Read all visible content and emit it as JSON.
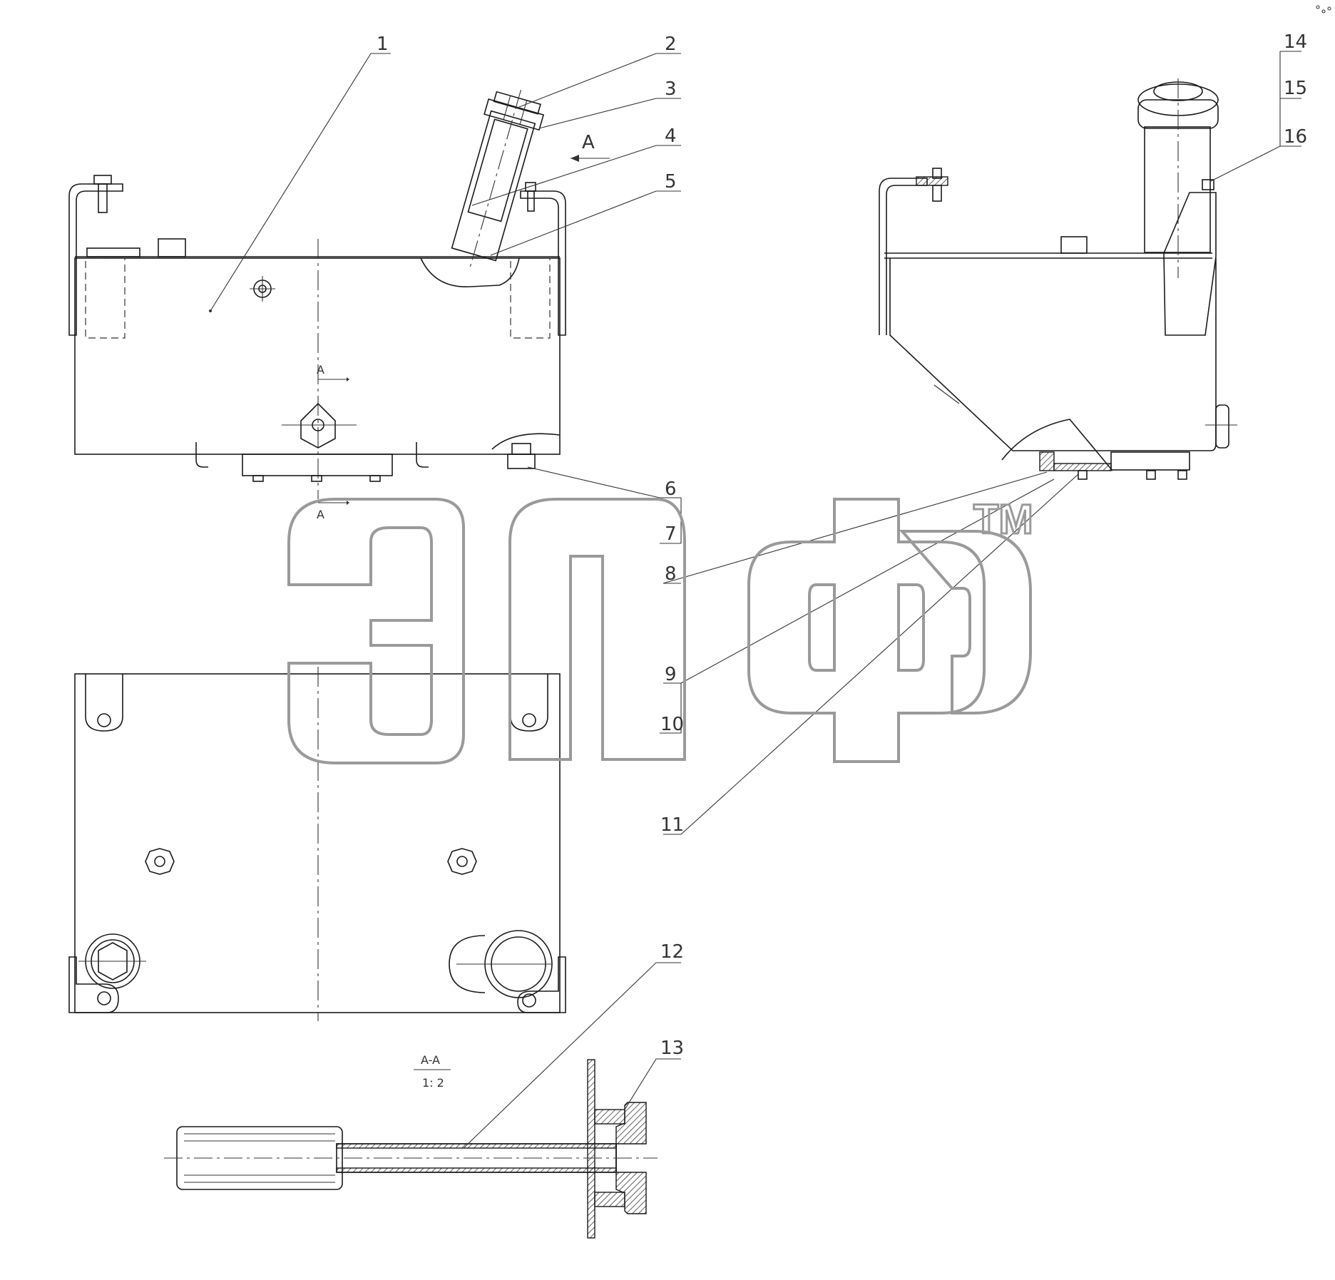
{
  "callouts": [
    "1",
    "2",
    "3",
    "4",
    "5",
    "6",
    "7",
    "8",
    "9",
    "10",
    "11",
    "12",
    "13",
    "14",
    "15",
    "16"
  ],
  "view_arrow_label": "A",
  "section_marks": {
    "top": "A",
    "bottom": "A"
  },
  "section_title": "A-A",
  "section_scale": "1: 2",
  "watermark": {
    "text": "элф",
    "trademark": "TM"
  }
}
